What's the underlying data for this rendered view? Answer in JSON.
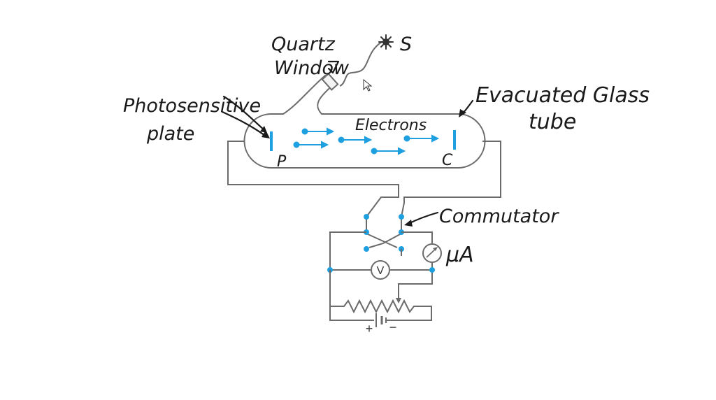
{
  "labels": {
    "quartz_window_line1": "Quartz",
    "quartz_window_line2": "Window",
    "source": "S",
    "photosensitive_line1": "Photosensitive",
    "photosensitive_line2": "plate",
    "evacuated_line1": "Evacuated Glass",
    "evacuated_line2": "tube",
    "electrons": "Electrons",
    "plate_p": "P",
    "plate_c": "C",
    "commutator": "Commutator",
    "microammeter": "μA",
    "voltmeter_symbol": "V",
    "battery_plus": "+",
    "battery_minus": "−"
  },
  "colors": {
    "ink": "#1a1a1a",
    "wire": "#6b6b6b",
    "electron": "#1ea0e0",
    "terminal": "#1ea0e0"
  },
  "icons": {
    "source": "light-source-star-icon",
    "pointer": "mouse-cursor-icon"
  }
}
